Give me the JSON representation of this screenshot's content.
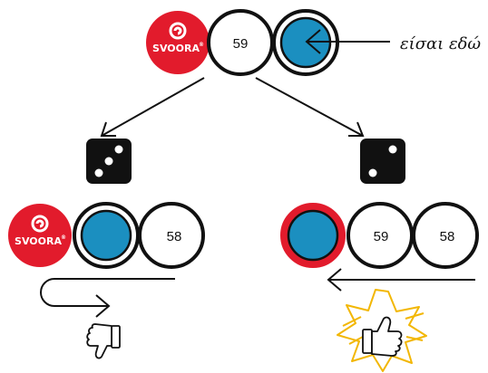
{
  "brand": {
    "name": "SVOORA",
    "registered_mark": "®",
    "color": "#e21b2c"
  },
  "colors": {
    "player_token": "#1b8fc0",
    "outline": "#111111",
    "highlight_ring": "#e21b2c",
    "burst": "#f2b705"
  },
  "top_row": {
    "square_number": "59",
    "marker_label": "είσαι εδώ"
  },
  "left_branch": {
    "die_value": 3,
    "square_number": "58",
    "result_icon": "thumbs-down-icon"
  },
  "right_branch": {
    "die_value": 2,
    "square_numbers": [
      "59",
      "58"
    ],
    "result_icon": "thumbs-up-icon"
  }
}
